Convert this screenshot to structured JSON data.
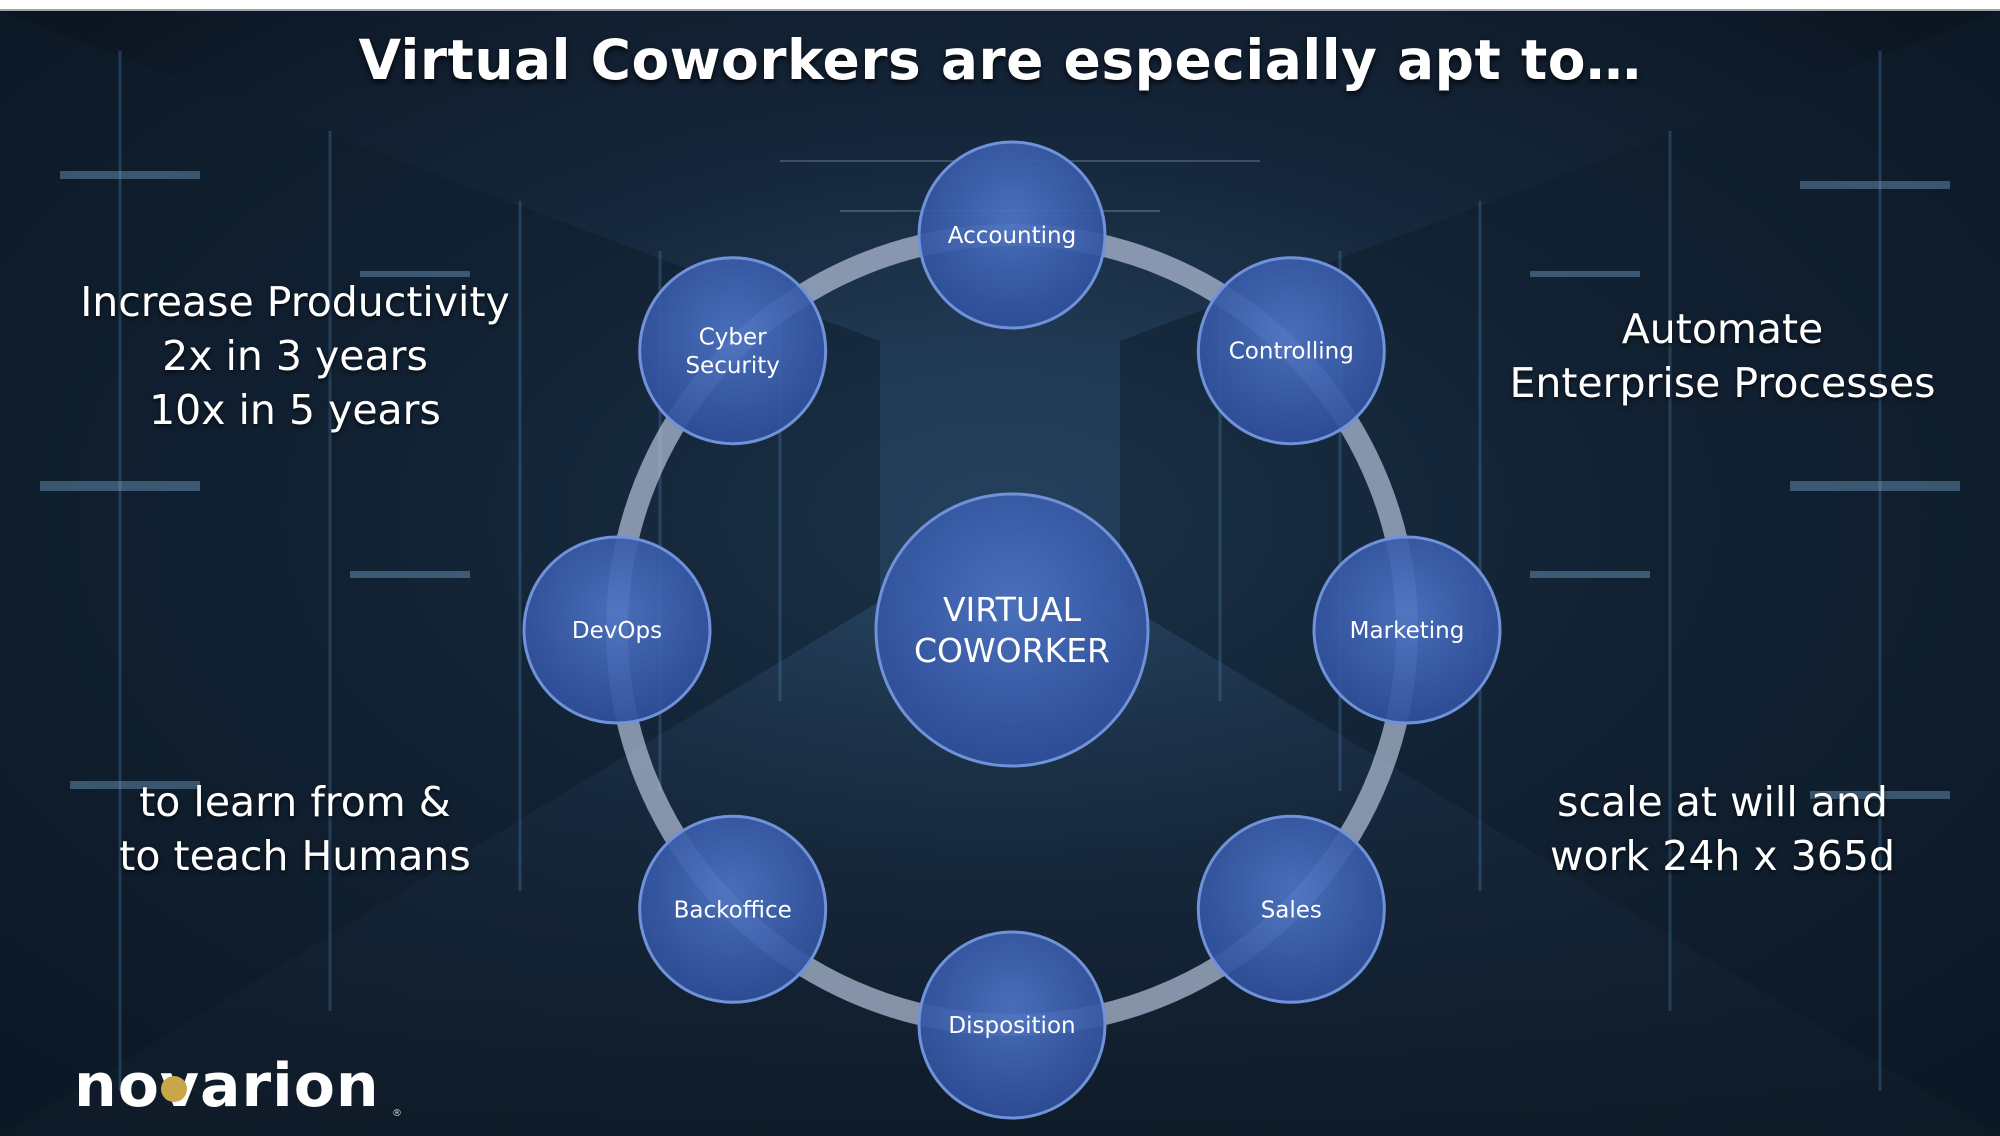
{
  "title": "Virtual Coworkers are especially apt to…",
  "corners": {
    "top_left": "Increase Productivity\n2x in 3 years\n10x in 5 years",
    "top_right": "Automate\nEnterprise Processes",
    "bottom_left": "to learn from &\nto teach Humans",
    "bottom_right": "scale at will and\nwork 24h x 365d"
  },
  "diagram": {
    "center": [
      "VIRTUAL",
      "COWORKER"
    ],
    "nodes": [
      {
        "id": "accounting",
        "lines": [
          "Accounting"
        ]
      },
      {
        "id": "controlling",
        "lines": [
          "Controlling"
        ]
      },
      {
        "id": "marketing",
        "lines": [
          "Marketing"
        ]
      },
      {
        "id": "sales",
        "lines": [
          "Sales"
        ]
      },
      {
        "id": "disposition",
        "lines": [
          "Disposition"
        ]
      },
      {
        "id": "backoffice",
        "lines": [
          "Backoffice"
        ]
      },
      {
        "id": "devops",
        "lines": [
          "DevOps"
        ]
      },
      {
        "id": "cyber-security",
        "lines": [
          "Cyber",
          "Security"
        ]
      }
    ]
  },
  "logo": {
    "text": "novarion",
    "mark": "®"
  },
  "colors": {
    "node_fill": "#3f64b4",
    "node_stroke": "#6f92d8",
    "ring": "#b7c3dc",
    "logo_dot": "#c9a64a"
  }
}
